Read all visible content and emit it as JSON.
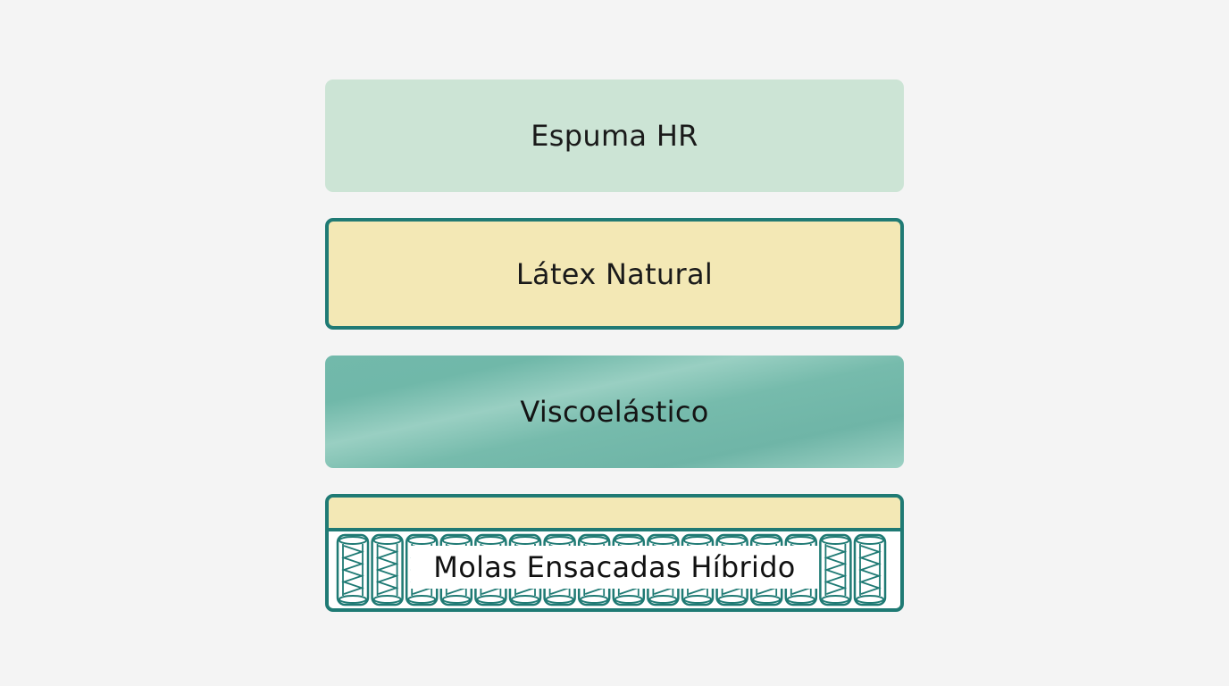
{
  "layers": [
    {
      "label": "Espuma HR",
      "color": "#cce4d5"
    },
    {
      "label": "Látex Natural",
      "color": "#f3e8b5",
      "border": "#1f7a74"
    },
    {
      "label": "Viscoelástico",
      "color": "#72b9ab"
    },
    {
      "label": "Molas Ensacadas Híbrido",
      "color": "#f3e8b5",
      "border": "#1f7a74",
      "spring_color": "#1f7a74"
    }
  ]
}
